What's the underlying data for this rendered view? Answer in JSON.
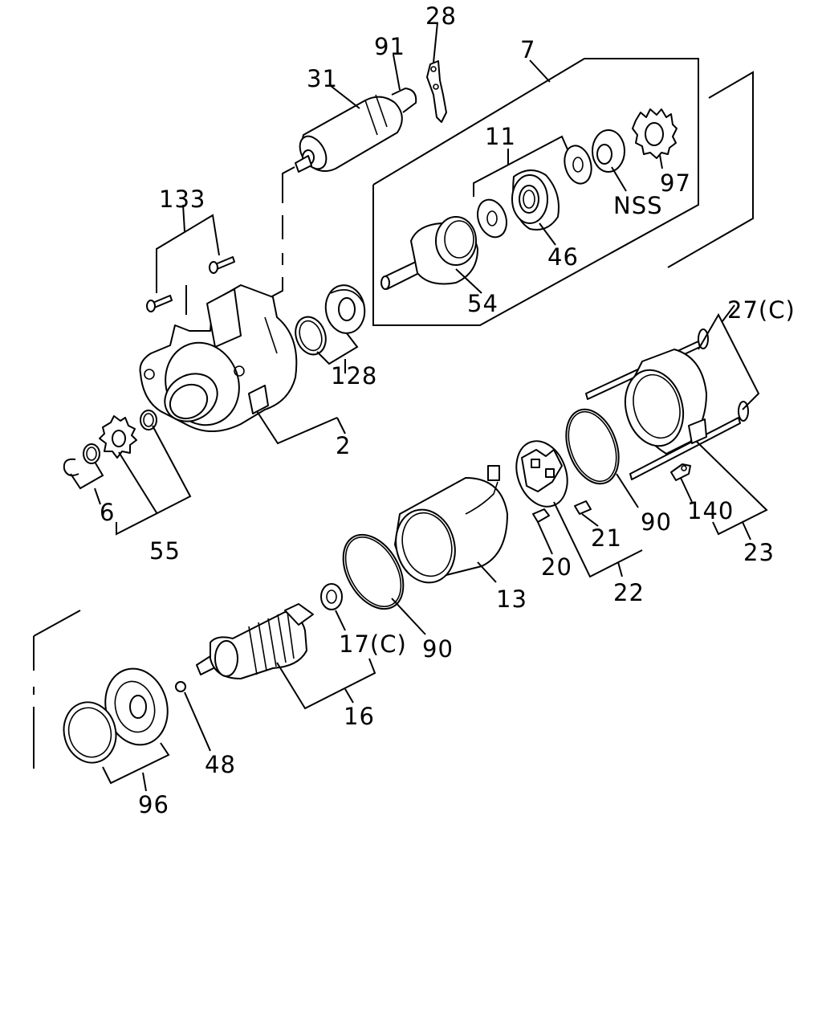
{
  "diagram": {
    "callouts": {
      "c28": "28",
      "c91": "91",
      "c31": "31",
      "c7": "7",
      "c11": "11",
      "c97": "97",
      "cNSS": "NSS",
      "c46": "46",
      "c54": "54",
      "c133": "133",
      "c128": "128",
      "c2": "2",
      "c27C": "27(C)",
      "c6": "6",
      "c55": "55",
      "c90a": "90",
      "c140": "140",
      "c21": "21",
      "c20": "20",
      "c22": "22",
      "c23": "23",
      "c13": "13",
      "c17C": "17(C)",
      "c90b": "90",
      "c16": "16",
      "c48": "48",
      "c96": "96"
    }
  }
}
